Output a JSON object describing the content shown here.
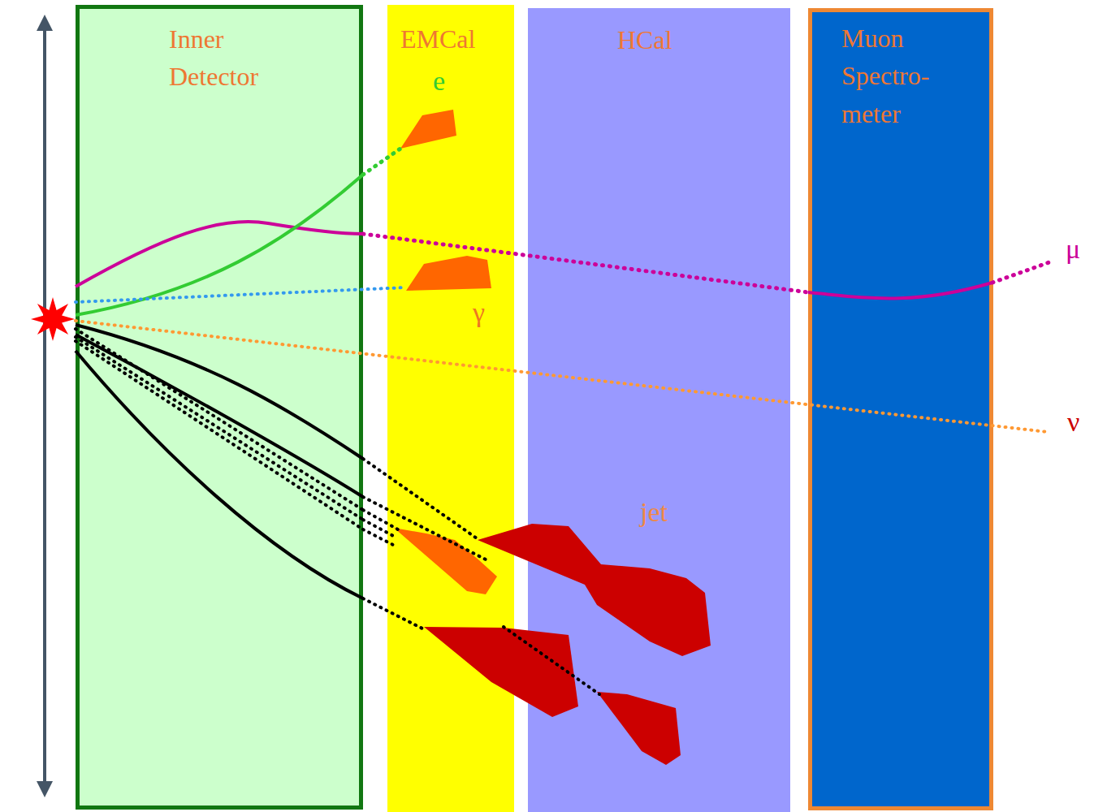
{
  "diagram": {
    "nodes": [
      {
        "text": [
          "Inner Detector"
        ]
      },
      {
        "text": [
          "EMCal"
        ]
      },
      {
        "text": [
          "HCal"
        ]
      },
      {
        "text": [
          "Muon Spectro- meter"
        ]
      }
    ],
    "labels": [
      "e",
      "γ",
      "jet",
      "μ",
      "ν"
    ]
  }
}
